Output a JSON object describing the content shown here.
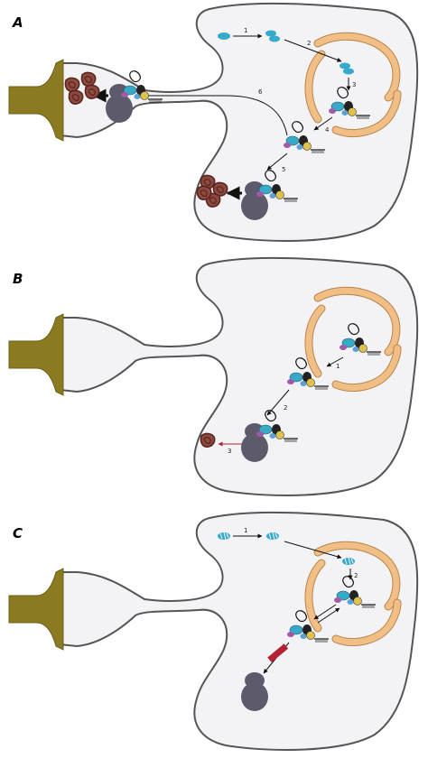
{
  "panels": [
    {
      "id": "A",
      "label": "A",
      "steps": [
        "1",
        "2",
        "3",
        "4",
        "5",
        "6"
      ]
    },
    {
      "id": "B",
      "label": "B",
      "steps": [
        "1",
        "2",
        "3"
      ]
    },
    {
      "id": "C",
      "label": "C",
      "steps": [
        "1",
        "2"
      ]
    }
  ],
  "colors": {
    "neuron_fill": "#f3f3f6",
    "neuron_stroke": "#555555",
    "synapse_gold": "#8a7a22",
    "er_orange": "#f1be86",
    "er_stroke": "#b7844b",
    "ribosome_gray": "#5d5a6c",
    "protein_cyan": "#37a9c9",
    "aggregate_brown": "#5a2420",
    "inhibitor_red": "#b52034",
    "polya_black": "#111111"
  },
  "icons": [
    "ribosome-icon",
    "aggregate-icon",
    "translation-complex-icon",
    "er-cisterna-icon",
    "inhibition-block-icon"
  ]
}
